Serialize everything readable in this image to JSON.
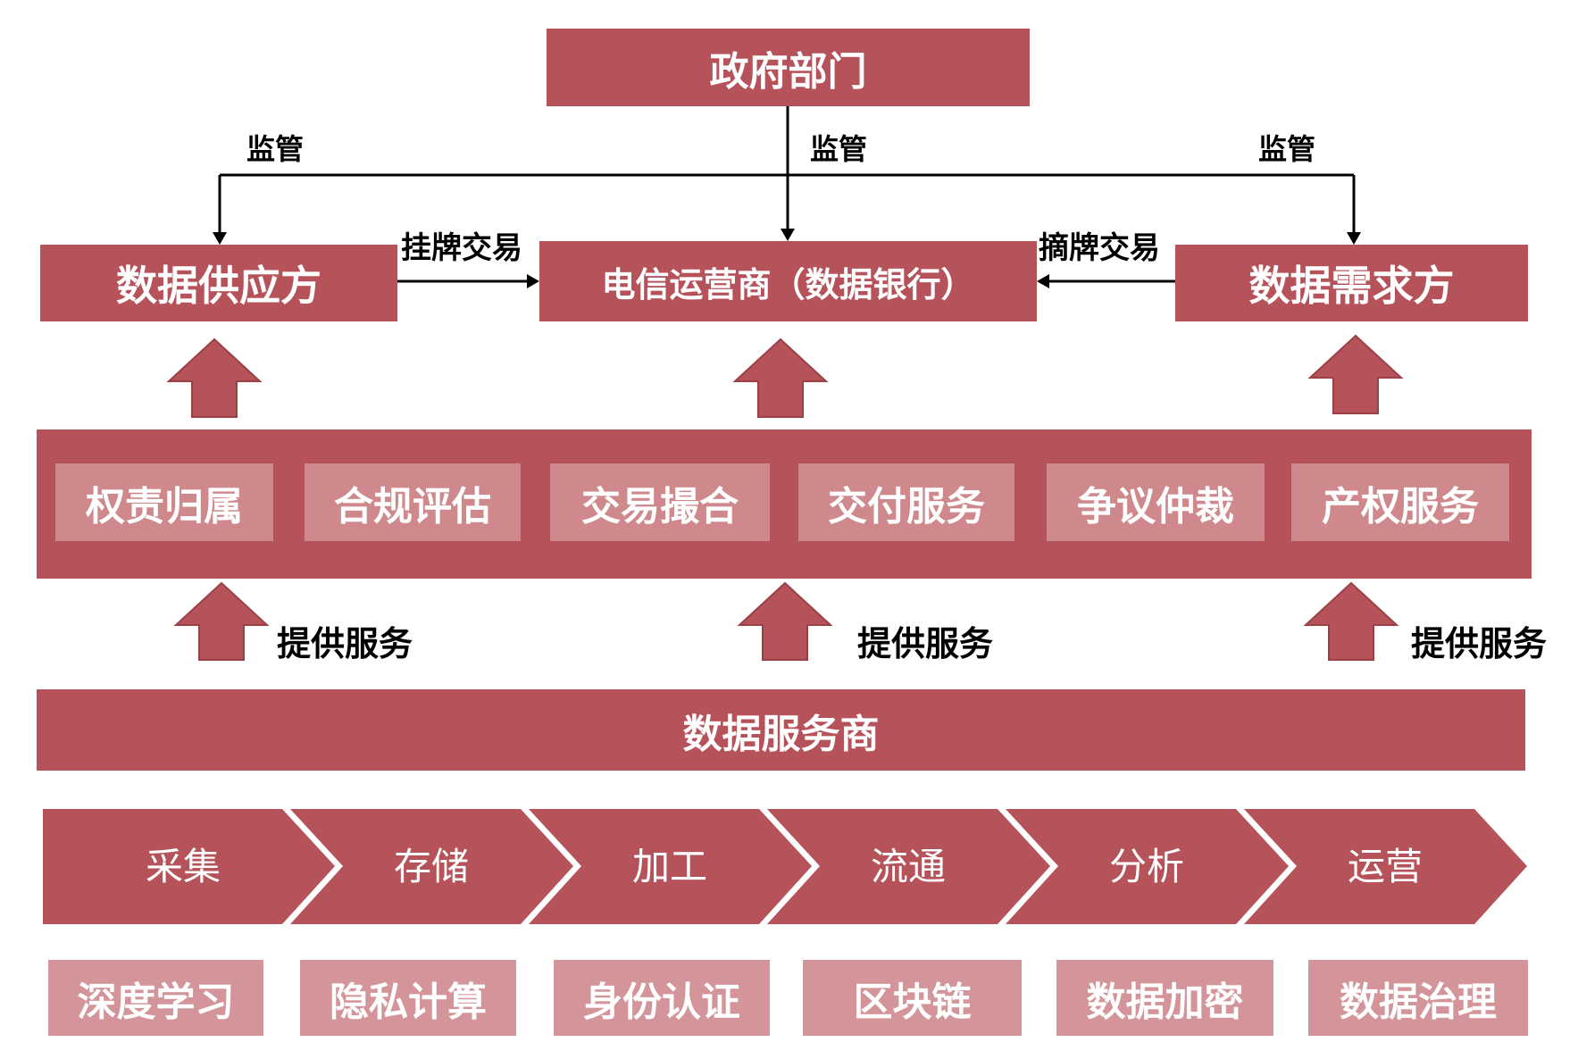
{
  "government": {
    "label": "政府部门"
  },
  "supervision": [
    {
      "label": "监管"
    },
    {
      "label": "监管"
    },
    {
      "label": "监管"
    }
  ],
  "parties": {
    "supplier": "数据供应方",
    "operator": "电信运营商（数据银行）",
    "demander": "数据需求方"
  },
  "trades": {
    "listing": "挂牌交易",
    "delisting": "摘牌交易"
  },
  "services": [
    "权责归属",
    "合规评估",
    "交易撮合",
    "交付服务",
    "争议仲裁",
    "产权服务"
  ],
  "provide": [
    "提供服务",
    "提供服务",
    "提供服务"
  ],
  "service_provider": "数据服务商",
  "stages": [
    "采集",
    "存储",
    "加工",
    "流通",
    "分析",
    "运营"
  ],
  "technologies": [
    "深度学习",
    "隐私计算",
    "身份认证",
    "区块链",
    "数据加密",
    "数据治理"
  ],
  "colors": {
    "primary": "#b5525a",
    "service_box": "#cf898d",
    "technology_box": "#d4959a",
    "line": "#000000"
  }
}
